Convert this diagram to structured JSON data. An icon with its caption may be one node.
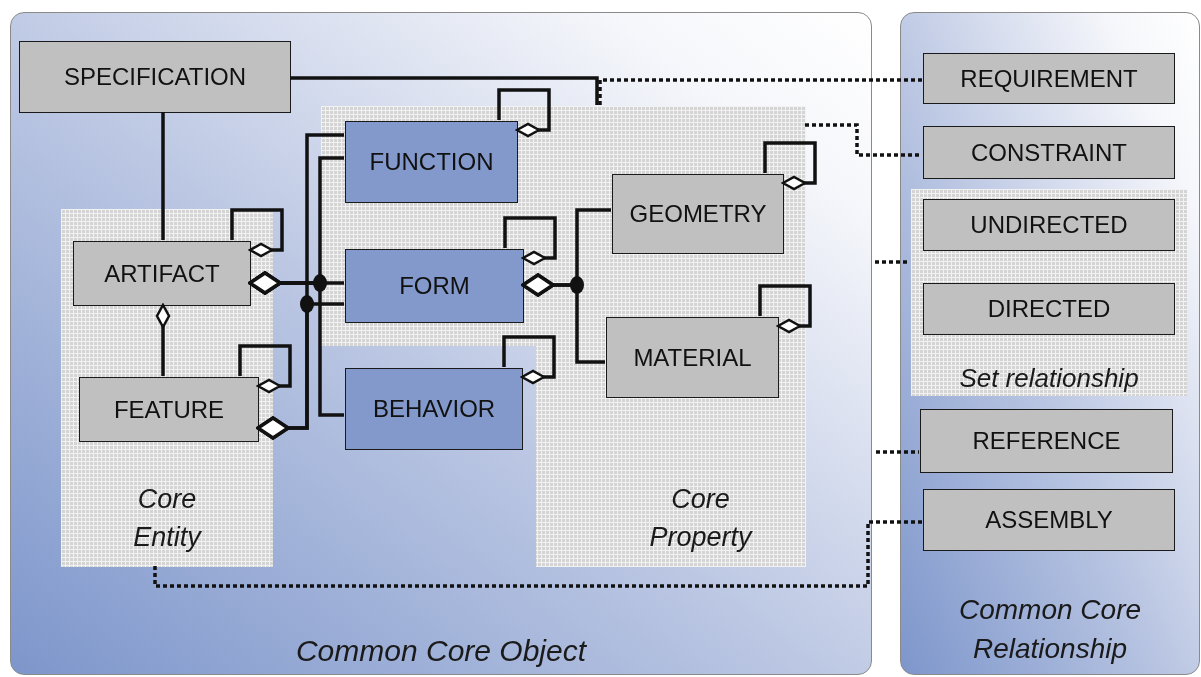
{
  "diagram": {
    "nodes": [
      {
        "text": [
          "Common Core Object"
        ]
      },
      {
        "text": [
          "SPECIFICATION"
        ],
        "in": 0
      },
      {
        "text": [
          "Core Entity"
        ],
        "in": 0
      },
      {
        "text": [
          "ARTIFACT"
        ],
        "in": 2
      },
      {
        "text": [
          "FEATURE"
        ],
        "in": 2
      },
      {
        "text": [
          "Core Property"
        ],
        "in": 0
      },
      {
        "text": [
          "FUNCTION"
        ],
        "in": 5
      },
      {
        "text": [
          "FORM"
        ],
        "in": 5
      },
      {
        "text": [
          "BEHAVIOR"
        ],
        "in": 0
      },
      {
        "text": [
          "GEOMETRY"
        ],
        "in": 5
      },
      {
        "text": [
          "MATERIAL"
        ],
        "in": 5
      },
      {
        "text": [
          "Common Core Relationship"
        ]
      },
      {
        "text": [
          "REQUIREMENT"
        ],
        "in": 11
      },
      {
        "text": [
          "CONSTRAINT"
        ],
        "in": 11
      },
      {
        "text": [
          "Set relationship"
        ],
        "in": 11
      },
      {
        "text": [
          "UNDIRECTED"
        ],
        "in": 14
      },
      {
        "text": [
          "DIRECTED"
        ],
        "in": 14
      },
      {
        "text": [
          "REFERENCE"
        ],
        "in": 11
      },
      {
        "text": [
          "ASSEMBLY"
        ],
        "in": 11
      }
    ],
    "edges": [
      {
        "from": 1,
        "to": 3,
        "arrow": "none"
      },
      {
        "from": 1,
        "to": 5,
        "arrow": "none"
      },
      {
        "from": 5,
        "to": 12,
        "arrow": "none",
        "style": "dashed"
      },
      {
        "from": 5,
        "to": 13,
        "arrow": "none",
        "style": "dashed"
      },
      {
        "from": 0,
        "to": 14,
        "arrow": "none",
        "style": "dashed"
      },
      {
        "from": 0,
        "to": 17,
        "arrow": "none",
        "style": "dashed"
      },
      {
        "from": 2,
        "to": 18,
        "arrow": "none",
        "style": "dashed"
      },
      {
        "from": 4,
        "to": 3,
        "arrow": "other"
      },
      {
        "from": 3,
        "to": 3,
        "arrow": "other"
      },
      {
        "from": 4,
        "to": 4,
        "arrow": "other"
      },
      {
        "from": 6,
        "to": 6,
        "arrow": "other"
      },
      {
        "from": 7,
        "to": 7,
        "arrow": "other"
      },
      {
        "from": 8,
        "to": 8,
        "arrow": "other"
      },
      {
        "from": 9,
        "to": 9,
        "arrow": "other"
      },
      {
        "from": 10,
        "to": 10,
        "arrow": "other"
      },
      {
        "from": 6,
        "to": 3,
        "arrow": "other"
      },
      {
        "from": 7,
        "to": 3,
        "arrow": "other"
      },
      {
        "from": 8,
        "to": 3,
        "arrow": "other"
      },
      {
        "from": 6,
        "to": 4,
        "arrow": "other"
      },
      {
        "from": 7,
        "to": 4,
        "arrow": "other"
      },
      {
        "from": 9,
        "to": 7,
        "arrow": "other"
      },
      {
        "from": 10,
        "to": 7,
        "arrow": "other"
      }
    ]
  }
}
